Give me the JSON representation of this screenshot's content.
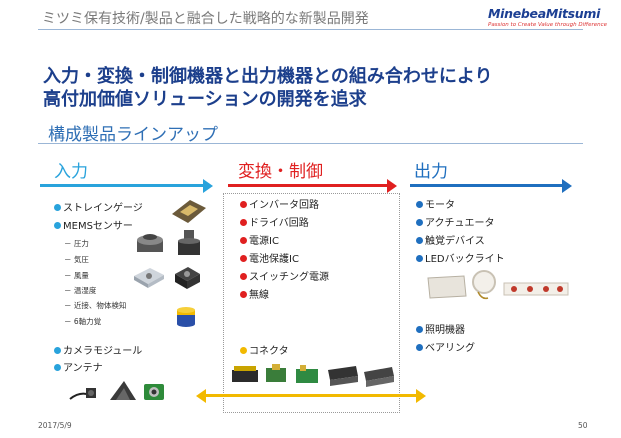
{
  "header": {
    "title": "ミツミ保有技術/製品と融合した戦略的な新製品開発",
    "logo": "MinebeaMitsumi",
    "logo_tagline": "Passion to Create Value through Difference"
  },
  "headline": {
    "line1": "入力・変換・制御機器と出力機器との組み合わせにより",
    "line2": "高付加価値ソリューションの開発を追求"
  },
  "subheading": "構成製品ラインアップ",
  "columns": {
    "input": {
      "title": "入力",
      "color": "#29a3dc",
      "items": [
        "ストレインゲージ",
        "MEMSセンサー"
      ],
      "sensor_subitems": [
        "－ 圧力",
        "－ 気圧",
        "－ 風量",
        "－ 温湿度",
        "－ 近接、物体検知",
        "－ 6軸力覚"
      ],
      "bottom_items": [
        "カメラモジュール",
        "アンテナ"
      ]
    },
    "convert": {
      "title": "変換・制御",
      "color": "#e02020",
      "items": [
        "インバータ回路",
        "ドライバ回路",
        "電源IC",
        "電池保護IC",
        "スイッチング電源",
        "無線"
      ],
      "bottom_items": [
        "コネクタ"
      ]
    },
    "output": {
      "title": "出力",
      "color": "#1f6fbf",
      "items": [
        "モータ",
        "アクチュエータ",
        "触覚デバイス",
        "LEDバックライト"
      ],
      "bottom_items": [
        "照明機器",
        "ベアリング"
      ]
    }
  },
  "connector_bar_color": "#f2b900",
  "footer": {
    "date": "2017/5/9",
    "page": "50"
  }
}
